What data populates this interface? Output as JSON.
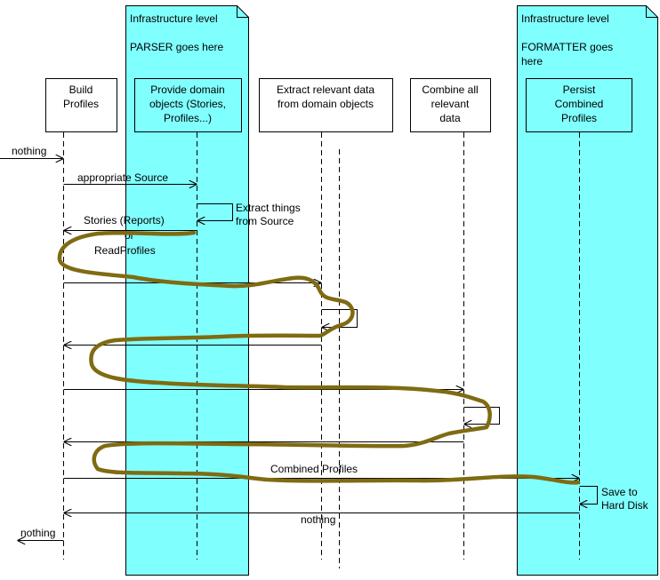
{
  "colors": {
    "note_fill": "#80ffff",
    "line": "#000000",
    "scribble": "#7f6b12",
    "box_fill": "#ffffff"
  },
  "notes": {
    "parser": {
      "title": "Infrastructure level",
      "body": "PARSER goes here"
    },
    "formatter": {
      "title": "Infrastructure level",
      "body_line1": "FORMATTER goes",
      "body_line2": "here"
    }
  },
  "lifelines": {
    "build": {
      "line1": "Build",
      "line2": "Profiles"
    },
    "provide": {
      "line1": "Provide domain",
      "line2": "objects (Stories,",
      "line3": "Profiles...)"
    },
    "extract": {
      "line1": "Extract relevant data",
      "line2": "from domain objects"
    },
    "combine": {
      "line1": "Combine all",
      "line2": "relevant",
      "line3": "data"
    },
    "persist": {
      "line1": "Persist",
      "line2": "Combined",
      "line3": "Profiles"
    }
  },
  "messages": {
    "in_nothing": "nothing",
    "appropriate_source": "appropriate Source",
    "extract_things_1": "Extract things",
    "extract_things_2": "from Source",
    "stories_reports": "Stories (Reports)",
    "or": "or",
    "read_profiles": "ReadProfiles",
    "combined_profiles": "Combined Profiles",
    "save_1": "Save to",
    "save_2": "Hard Disk",
    "return_nothing": "nothing",
    "out_nothing": "nothing"
  }
}
